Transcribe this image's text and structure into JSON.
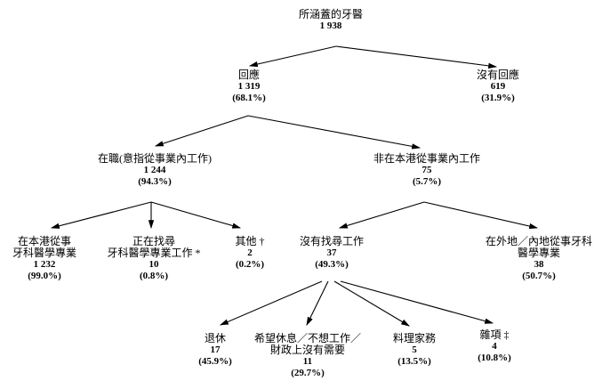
{
  "colors": {
    "text": "#000000",
    "line": "#000000",
    "background": "#ffffff"
  },
  "nodes": {
    "total": {
      "label": "所涵蓋的牙醫",
      "value": "1 938"
    },
    "responded": {
      "label": "回應",
      "value": "1 319",
      "pct": "(68.1%)"
    },
    "no_response": {
      "label": "沒有回應",
      "value": "619",
      "pct": "(31.9%)"
    },
    "working": {
      "label": "在職(意指從事業內工作)",
      "value": "1 244",
      "pct": "(94.3%)"
    },
    "not_working_hk": {
      "label": "非在本港從事業內工作",
      "value": "75",
      "pct": "(5.7%)"
    },
    "practising_hk": {
      "label_line1": "在本港從事",
      "label_line2": "牙科醫學專業",
      "value": "1 232",
      "pct": "(99.0%)"
    },
    "seeking": {
      "label_line1": "正在找尋",
      "label_line2": "牙科醫學專業工作 *",
      "value": "10",
      "pct": "(0.8%)"
    },
    "others": {
      "label": "其他 †",
      "value": "2",
      "pct": "(0.2%)"
    },
    "not_seeking": {
      "label": "沒有找尋工作",
      "value": "37",
      "pct": "(49.3%)"
    },
    "overseas": {
      "label_line1": "在外地／內地從事牙科",
      "label_line2": "醫學專業",
      "value": "38",
      "pct": "(50.7%)"
    },
    "retired": {
      "label": "退休",
      "value": "17",
      "pct": "(45.9%)"
    },
    "rest": {
      "label_line1": "希望休息／不想工作／",
      "label_line2": "財政上沒有需要",
      "value": "11",
      "pct": "(29.7%)"
    },
    "housework": {
      "label": "料理家務",
      "value": "5",
      "pct": "(13.5%)"
    },
    "misc": {
      "label": "雜項 ‡",
      "value": "4",
      "pct": "(10.8%)"
    }
  }
}
